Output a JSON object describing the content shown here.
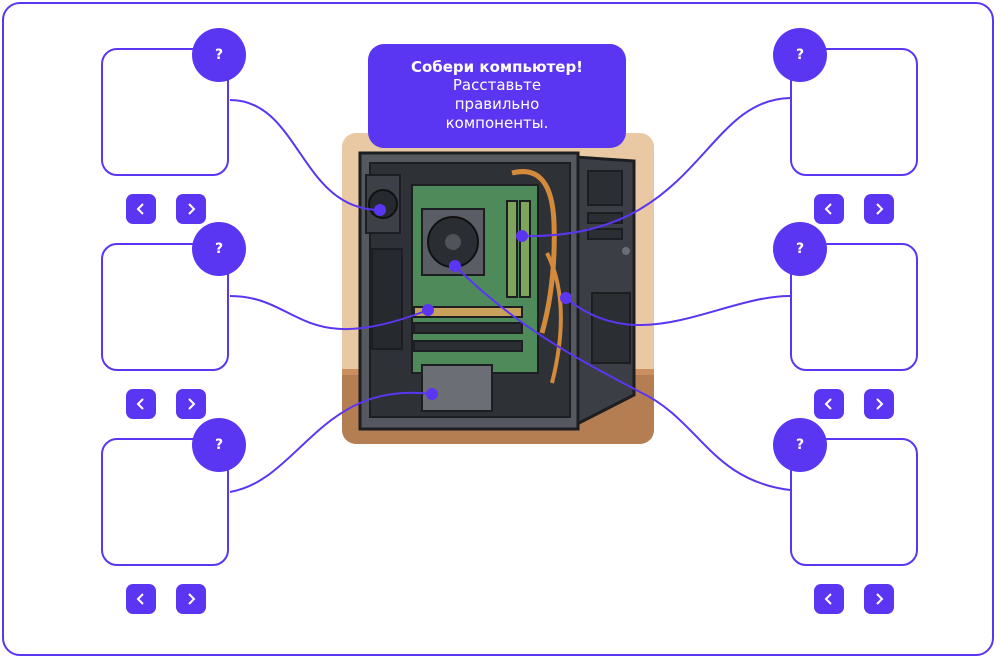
{
  "callout": {
    "title": "Собери компьютер!",
    "line2": "Расставьте",
    "line3": "правильно",
    "line4": "компоненты."
  },
  "slots": [
    {
      "badge": "?"
    },
    {
      "badge": "?"
    },
    {
      "badge": "?"
    },
    {
      "badge": "?"
    },
    {
      "badge": "?"
    },
    {
      "badge": "?"
    }
  ],
  "nav_icons": {
    "prev": "chevron-left-icon",
    "next": "chevron-right-icon"
  },
  "colors": {
    "accent": "#5b36f2",
    "scene_bg": "#e8c9a3",
    "floor": "#b57e52"
  }
}
